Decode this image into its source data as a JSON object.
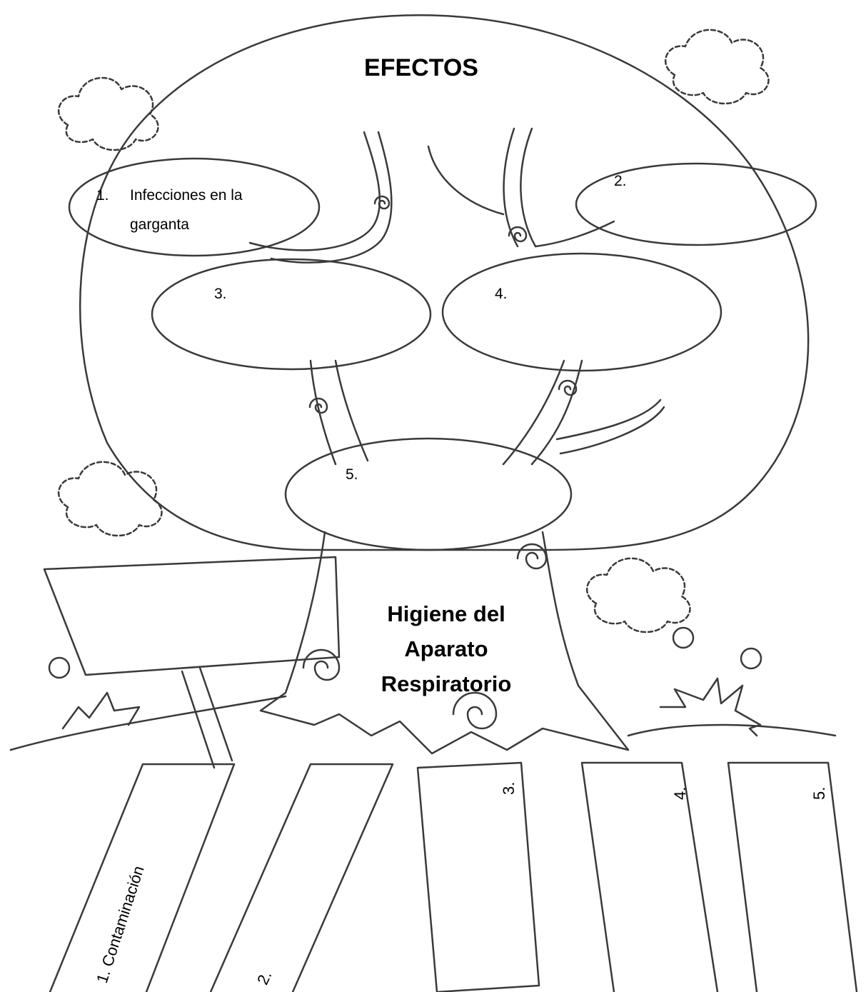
{
  "title": "EFECTOS",
  "effects": [
    {
      "number": "1.",
      "text": "Infecciones en la",
      "text2": "garganta"
    },
    {
      "number": "2.",
      "text": ""
    },
    {
      "number": "3.",
      "text": ""
    },
    {
      "number": "4.",
      "text": ""
    },
    {
      "number": "5.",
      "text": ""
    }
  ],
  "trunk": {
    "line1": "Higiene del",
    "line2": "Aparato",
    "line3": "Respiratorio"
  },
  "causes": [
    {
      "label": "1.  Contaminación"
    },
    {
      "label": "2."
    },
    {
      "label": "3."
    },
    {
      "label": "4."
    },
    {
      "label": "5."
    }
  ],
  "colors": {
    "ink": "#000000",
    "line": "#3a3a3a",
    "paper": "#ffffff"
  }
}
